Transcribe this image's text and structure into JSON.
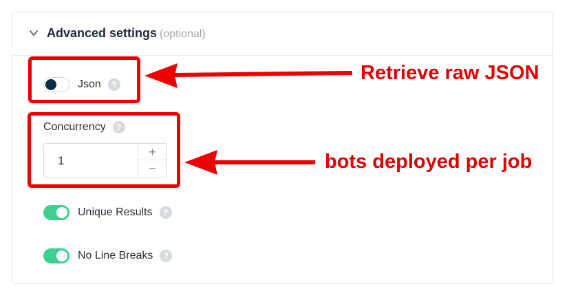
{
  "panel": {
    "title": "Advanced settings",
    "optional": "(optional)"
  },
  "settings": {
    "json": {
      "label": "Json",
      "enabled": false,
      "help": "?"
    },
    "concurrency": {
      "label": "Concurrency",
      "value": "1",
      "help": "?",
      "increment": "+",
      "decrement": "−"
    },
    "unique_results": {
      "label": "Unique Results",
      "enabled": true,
      "help": "?"
    },
    "no_line_breaks": {
      "label": "No Line Breaks",
      "enabled": true,
      "help": "?"
    }
  },
  "annotations": {
    "json_note": "Retrieve raw JSON",
    "concurrency_note": "bots deployed per job",
    "color": "#e00000"
  },
  "colors": {
    "toggle_on": "#3fd08f",
    "toggle_off_knob": "#0f2a44",
    "annotation_red": "#ee0000"
  }
}
